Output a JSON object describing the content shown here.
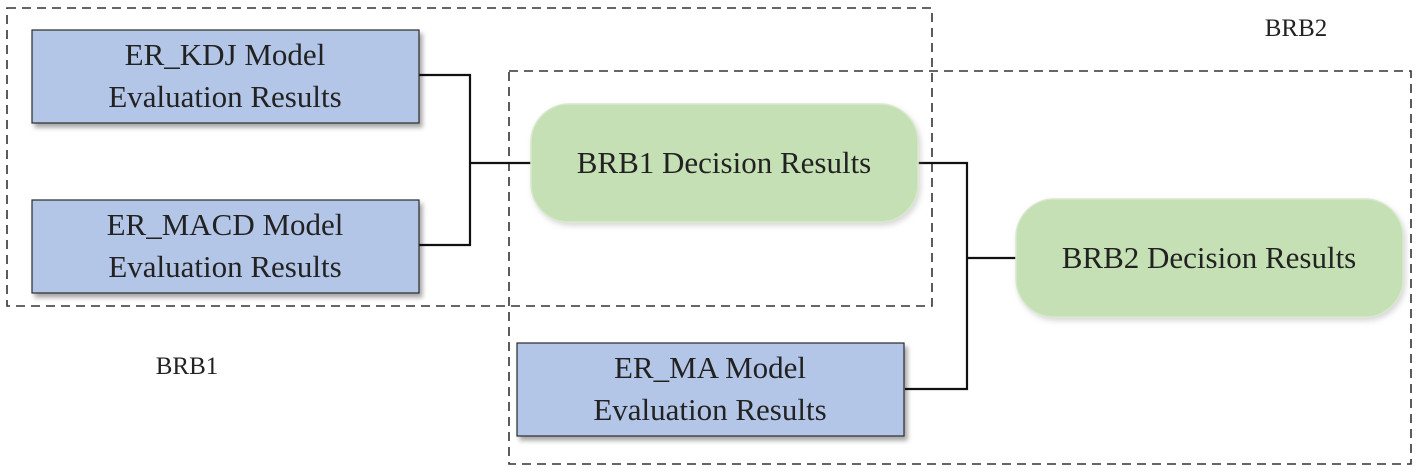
{
  "groups": {
    "brb1": {
      "label": "BRB1"
    },
    "brb2": {
      "label": "BRB2"
    }
  },
  "nodes": {
    "er_kdj": {
      "line1": "ER_KDJ Model",
      "line2": "Evaluation Results"
    },
    "er_macd": {
      "line1": "ER_MACD Model",
      "line2": "Evaluation Results"
    },
    "er_ma": {
      "line1": "ER_MA Model",
      "line2": "Evaluation Results"
    },
    "brb1_decision": {
      "label": "BRB1 Decision Results"
    },
    "brb2_decision": {
      "label": "BRB2 Decision Results"
    }
  },
  "colors": {
    "input_box_fill": "#b4c6e7",
    "input_box_stroke": "#2b2b2b",
    "decision_fill": "#c5e0b4",
    "decision_stroke": "#d8e8cc",
    "connector": "#111111",
    "group_border": "#333333"
  }
}
